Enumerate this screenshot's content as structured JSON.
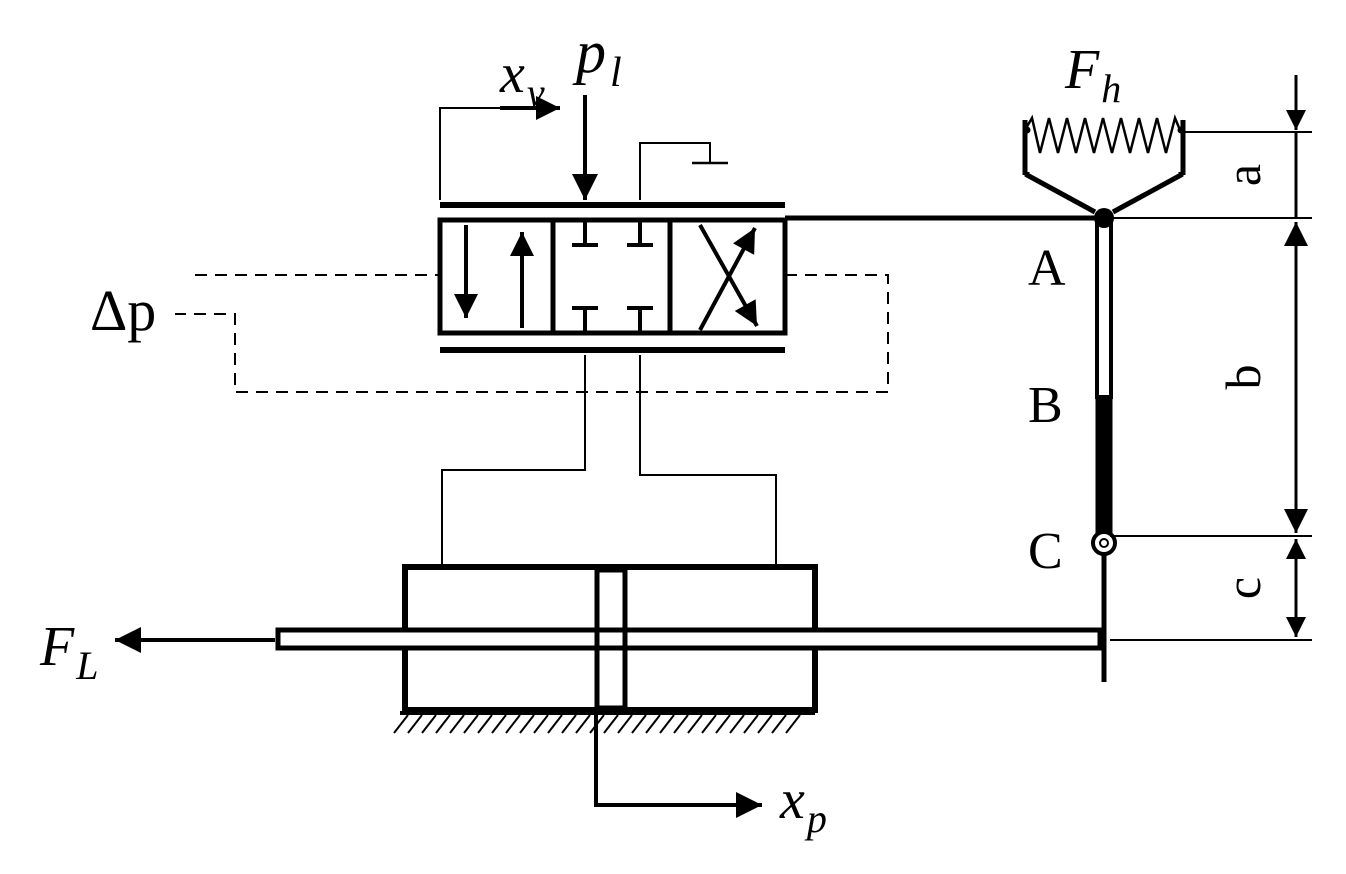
{
  "labels": {
    "valve_displacement": {
      "base": "x",
      "sub": "v"
    },
    "supply_pressure": {
      "base": "p",
      "sub": "l"
    },
    "force_handle": {
      "base": "F",
      "sub": "h"
    },
    "force_load": {
      "base": "F",
      "sub": "L"
    },
    "piston_displacement": {
      "base": "x",
      "sub": "p"
    },
    "delta_p": "Δp",
    "point_a": "A",
    "point_b": "B",
    "point_c": "C",
    "dim_a": "a",
    "dim_b": "b",
    "dim_c": "c"
  }
}
